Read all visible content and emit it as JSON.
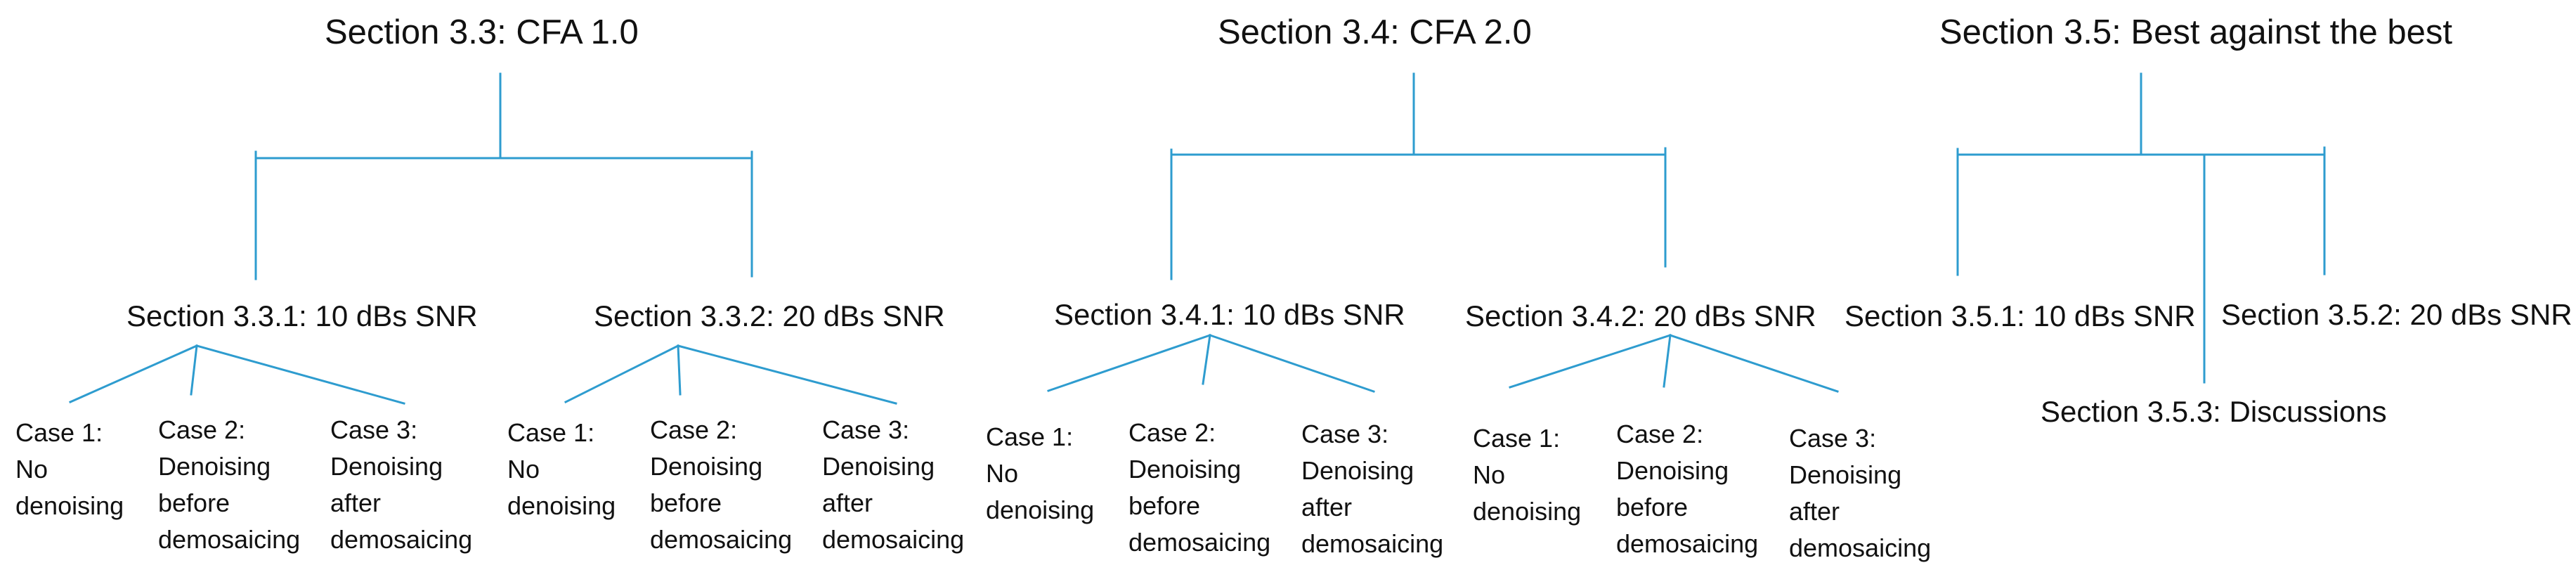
{
  "colors": {
    "line": "#2e9ccf",
    "text": "#111111",
    "background": "#ffffff"
  },
  "sections": [
    {
      "id": "3.3",
      "title": "Section 3.3: CFA 1.0",
      "subsections": [
        {
          "id": "3.3.1",
          "label": "Section 3.3.1: 10 dBs SNR",
          "cases": [
            {
              "lines": [
                "Case 1:",
                "No",
                "denoising"
              ]
            },
            {
              "lines": [
                "Case 2:",
                "Denoising",
                "before",
                "demosaicing"
              ]
            },
            {
              "lines": [
                "Case 3:",
                "Denoising",
                "after",
                "demosaicing"
              ]
            }
          ]
        },
        {
          "id": "3.3.2",
          "label": "Section 3.3.2: 20 dBs SNR",
          "cases": [
            {
              "lines": [
                "Case 1:",
                "No",
                "denoising"
              ]
            },
            {
              "lines": [
                "Case 2:",
                "Denoising",
                "before",
                "demosaicing"
              ]
            },
            {
              "lines": [
                "Case 3:",
                "Denoising",
                "after",
                "demosaicing"
              ]
            }
          ]
        }
      ]
    },
    {
      "id": "3.4",
      "title": "Section 3.4: CFA 2.0",
      "subsections": [
        {
          "id": "3.4.1",
          "label": "Section 3.4.1: 10 dBs SNR",
          "cases": [
            {
              "lines": [
                "Case 1:",
                "No",
                "denoising"
              ]
            },
            {
              "lines": [
                "Case 2:",
                "Denoising",
                "before",
                "demosaicing"
              ]
            },
            {
              "lines": [
                "Case 3:",
                "Denoising",
                "after",
                "demosaicing"
              ]
            }
          ]
        },
        {
          "id": "3.4.2",
          "label": "Section 3.4.2: 20 dBs SNR",
          "cases": [
            {
              "lines": [
                "Case 1:",
                "No",
                "denoising"
              ]
            },
            {
              "lines": [
                "Case 2:",
                "Denoising",
                "before",
                "demosaicing"
              ]
            },
            {
              "lines": [
                "Case 3:",
                "Denoising",
                "after",
                "demosaicing"
              ]
            }
          ]
        }
      ]
    },
    {
      "id": "3.5",
      "title": "Section 3.5: Best against the best",
      "subsections": [
        {
          "id": "3.5.1",
          "label": "Section 3.5.1: 10 dBs SNR"
        },
        {
          "id": "3.5.3",
          "label": "Section 3.5.3: Discussions"
        },
        {
          "id": "3.5.2",
          "label": "Section 3.5.2: 20 dBs SNR"
        }
      ]
    }
  ]
}
